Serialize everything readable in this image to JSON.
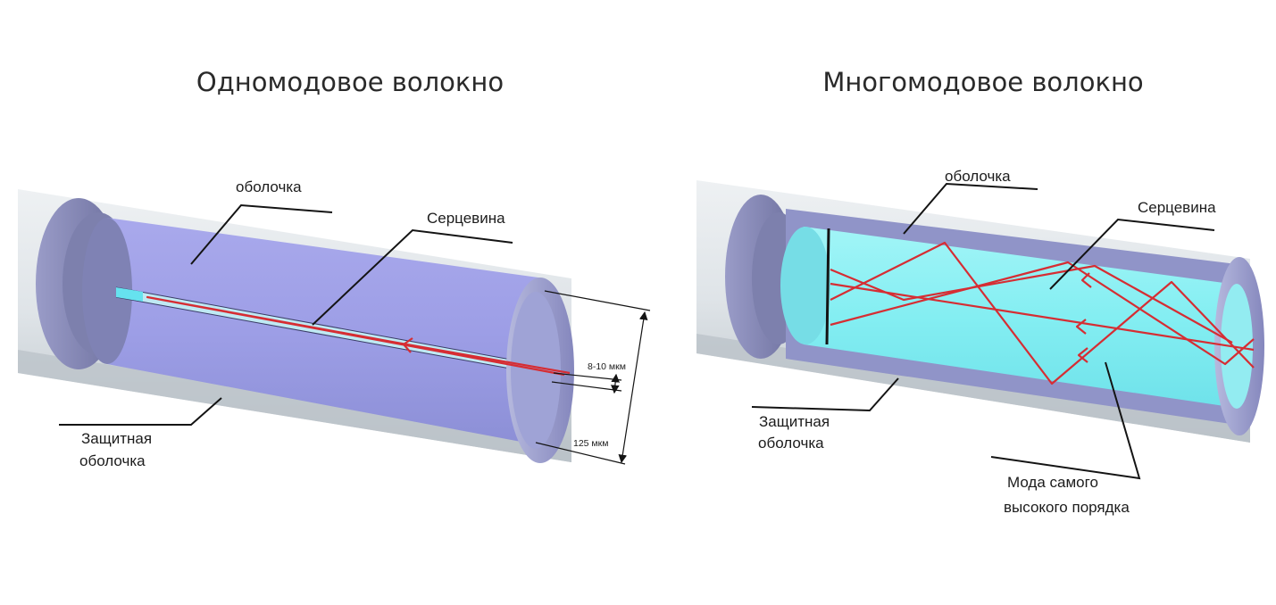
{
  "single_mode": {
    "title": "Одномодовое волокно",
    "labels": {
      "cladding": "оболочка",
      "core": "Серцевина",
      "jacket_line1": "Защитная",
      "jacket_line2": "оболочка",
      "core_diameter": "8-10 мкм",
      "cladding_diameter": "125 мкм"
    }
  },
  "multi_mode": {
    "title": "Многомодовое волокно",
    "labels": {
      "cladding": "оболочка",
      "core": "Серцевина",
      "jacket_line1": "Защитная",
      "jacket_line2": "оболочка",
      "mode_line1": "Мода самого",
      "mode_line2": "высокого порядка"
    }
  },
  "colors": {
    "jacket": "#d3d9dd",
    "single_cladding": "#9e9ee8",
    "multi_core": "#83eef2",
    "multi_cladding": "#8f93c9",
    "light_ray": "#d62d33"
  }
}
